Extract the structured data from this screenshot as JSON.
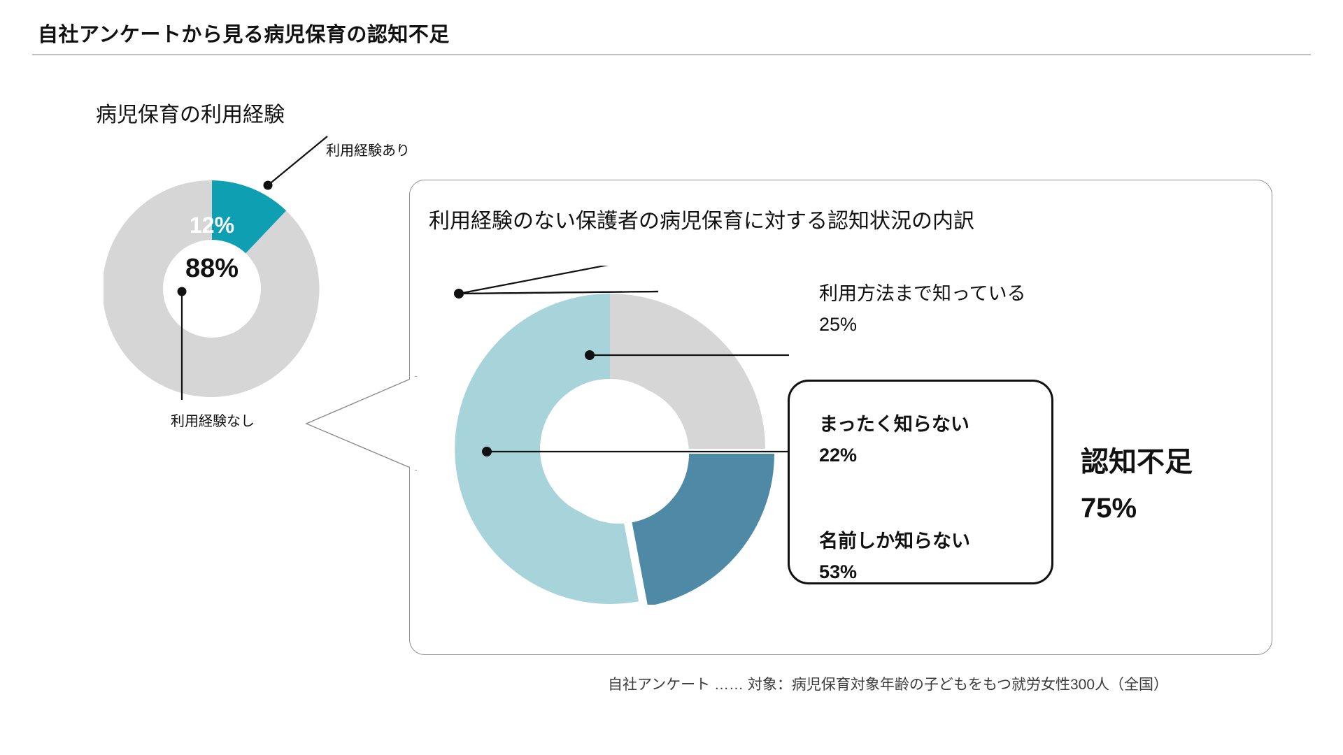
{
  "slide": {
    "title": "自社アンケートから見る病児保育の認知不足",
    "footnote": "自社アンケート …… 対象：病児保育対象年齢の子どもをもつ就労女性300人（全国）"
  },
  "left_chart": {
    "title": "病児保育の利用経験",
    "slice_value_label": "12%",
    "center_value_label": "88%",
    "label_used": "利用経験あり",
    "label_not_used": "利用経験なし"
  },
  "bubble": {
    "title": "利用経験のない保護者の病児保育に対する認知状況の内訳"
  },
  "right_chart": {
    "callout_know_label": "利用方法まで知っている",
    "callout_know_value": "25%",
    "callout_none_label": "まったく知らない",
    "callout_none_value": "22%",
    "callout_name_label": "名前しか知らない",
    "callout_name_value": "53%"
  },
  "summary": {
    "headline": "認知不足",
    "value": "75%"
  },
  "colors": {
    "teal_accent": "#0e9fb2",
    "gray_segment": "#d6d6d6",
    "steel_blue": "#4e89a6",
    "light_teal": "#a6d4da",
    "rule": "#7a7a7a",
    "bubble_border": "#8d8d8d",
    "text": "#111111"
  },
  "chart_data": [
    {
      "type": "pie",
      "title": "病児保育の利用経験",
      "subtype": "donut",
      "categories": [
        "利用経験あり",
        "利用経験なし"
      ],
      "values": [
        12,
        88
      ],
      "value_labels": [
        "12%",
        "88%"
      ],
      "colors": [
        "#0e9fb2",
        "#d6d6d6"
      ],
      "unit": "%",
      "legend": "callout-labels",
      "start_angle_deg": 0,
      "hole_ratio": 0.45
    },
    {
      "type": "pie",
      "title": "利用経験のない保護者の病児保育に対する認知状況の内訳",
      "subtype": "donut",
      "categories": [
        "利用方法まで知っている",
        "まったく知らない",
        "名前しか知らない"
      ],
      "values": [
        25,
        22,
        53
      ],
      "value_labels": [
        "25%",
        "22%",
        "53%"
      ],
      "colors": [
        "#d6d6d6",
        "#4e89a6",
        "#a6d4da"
      ],
      "exploded": [
        "まったく知らない"
      ],
      "unit": "%",
      "legend": "callout-labels",
      "start_angle_deg": 0,
      "hole_ratio": 0.45,
      "annotation": "認知不足 75%"
    }
  ]
}
